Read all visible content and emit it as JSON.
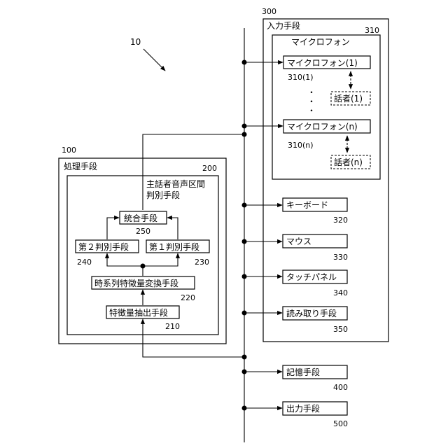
{
  "system_ref": "10",
  "bus_ref": "",
  "input_means": {
    "ref": "300",
    "label": "入力手段"
  },
  "microphone_group": {
    "ref": "310",
    "label": "マイクロフォン"
  },
  "mic1": {
    "label": "マイクロフォン(1)",
    "ref": "310(1)"
  },
  "micn": {
    "label": "マイクロフォン(n)",
    "ref": "310(n)"
  },
  "speaker1": {
    "label": "話者(1)"
  },
  "speakern": {
    "label": "話者(n)"
  },
  "ellipsis": "・",
  "keyboard": {
    "label": "キーボード",
    "ref": "320"
  },
  "mouse": {
    "label": "マウス",
    "ref": "330"
  },
  "touch_panel": {
    "label": "タッチパネル",
    "ref": "340"
  },
  "reader": {
    "label": "読み取り手段",
    "ref": "350"
  },
  "storage": {
    "label": "記憶手段",
    "ref": "400"
  },
  "output": {
    "label": "出力手段",
    "ref": "500"
  },
  "processing": {
    "ref": "100",
    "label": "処理手段"
  },
  "main_speaker_detector": {
    "ref": "200",
    "label_line1": "主話者音声区間",
    "label_line2": "判別手段"
  },
  "integration": {
    "label": "統合手段",
    "ref": "250"
  },
  "second_discriminator": {
    "label": "第２判別手段",
    "ref": "240"
  },
  "first_discriminator": {
    "label": "第１判別手段",
    "ref": "230"
  },
  "timeseries_transform": {
    "label": "時系列特徴量変換手段",
    "ref": "220"
  },
  "feature_extraction": {
    "label": "特徴量抽出手段",
    "ref": "210"
  }
}
